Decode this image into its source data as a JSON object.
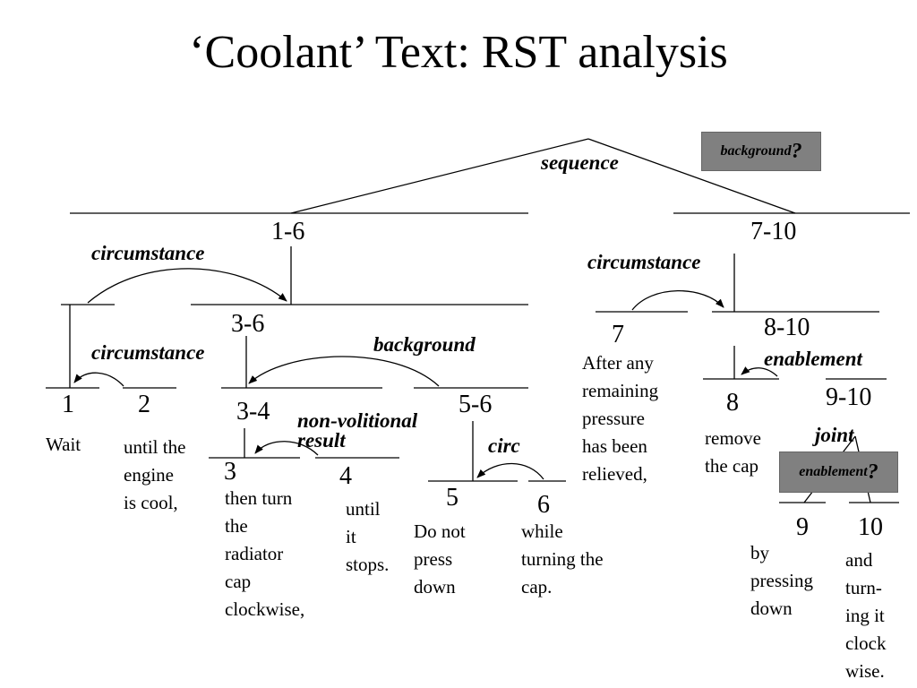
{
  "title": "‘Coolant’ Text: RST analysis",
  "boxes": {
    "top": {
      "label": "background",
      "mark": "?"
    },
    "bottom": {
      "label": "enablement",
      "mark": "?"
    }
  },
  "relations": {
    "sequence": "sequence",
    "circ_1_6": "circumstance",
    "circ_1_2": "circumstance",
    "background_3_6": "background",
    "nonvol_1": "non-volitional",
    "nonvol_2": "result",
    "circ_5_6": "circ",
    "circ_7_10": "circumstance",
    "enablement_8_10": "enablement",
    "joint": "joint"
  },
  "spans": {
    "s1_6": "1-6",
    "s7_10": "7-10",
    "s3_6": "3-6",
    "s3_4": "3-4",
    "s5_6": "5-6",
    "s8_10": "8-10",
    "s9_10": "9-10",
    "n1": "1",
    "n2": "2",
    "n3": "3",
    "n4": "4",
    "n5": "5",
    "n6": "6",
    "n7": "7",
    "n8": "8",
    "n9": "9",
    "n10": "10"
  },
  "segments": {
    "seg1": [
      "Wait"
    ],
    "seg2": [
      "until the",
      "engine",
      "is cool,"
    ],
    "seg3": [
      "then turn",
      "the",
      "radiator",
      "cap",
      "clockwise,"
    ],
    "seg4": [
      "until",
      "it",
      "stops."
    ],
    "seg5": [
      "Do not",
      "press",
      "down"
    ],
    "seg6": [
      "while",
      "turning the",
      "cap."
    ],
    "seg7": [
      "After any",
      "remaining",
      "pressure",
      "has been",
      "relieved,"
    ],
    "seg8": [
      "remove",
      "the cap"
    ],
    "seg9": [
      "by",
      "pressing",
      "down"
    ],
    "seg10": [
      "and",
      "turn-",
      "ing it",
      "clock",
      "wise."
    ]
  }
}
